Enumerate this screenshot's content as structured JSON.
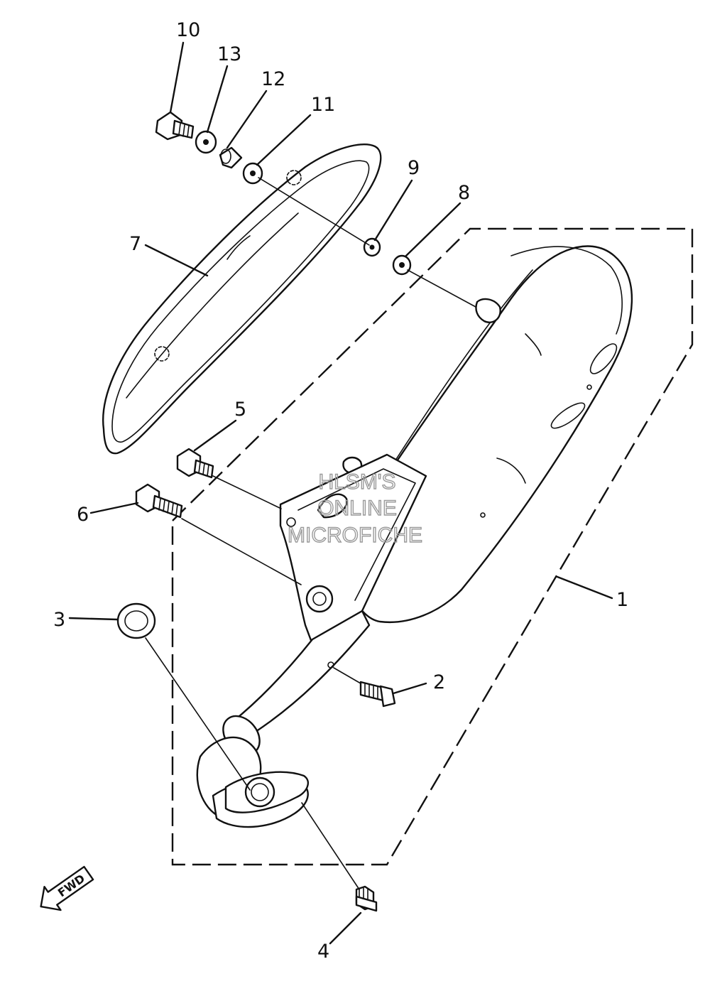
{
  "diagram": {
    "callouts": [
      {
        "id": "c1",
        "text": "1"
      },
      {
        "id": "c2",
        "text": "2"
      },
      {
        "id": "c3",
        "text": "3"
      },
      {
        "id": "c4",
        "text": "4"
      },
      {
        "id": "c5",
        "text": "5"
      },
      {
        "id": "c6",
        "text": "6"
      },
      {
        "id": "c7",
        "text": "7"
      },
      {
        "id": "c8",
        "text": "8"
      },
      {
        "id": "c9",
        "text": "9"
      },
      {
        "id": "c10",
        "text": "10"
      },
      {
        "id": "c11",
        "text": "11"
      },
      {
        "id": "c12",
        "text": "12"
      },
      {
        "id": "c13",
        "text": "13"
      }
    ],
    "fwd_label": "FWD",
    "watermark": [
      "HLSM'S",
      "ONLINE",
      "MICROFICHE"
    ]
  }
}
